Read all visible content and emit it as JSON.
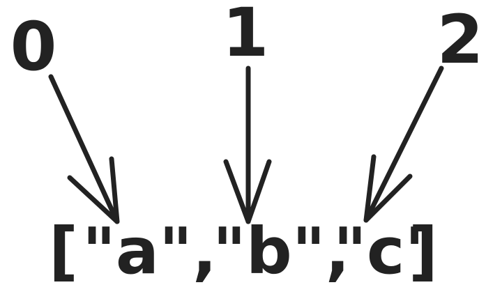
{
  "indices": [
    "0",
    "1",
    "2"
  ],
  "array_text": {
    "open_bracket": "[",
    "items": [
      "\"a\",",
      "\"b\",",
      "\"c\""
    ],
    "close_bracket": "]"
  },
  "colors": {
    "ink": "#222222",
    "background": "#ffffff"
  }
}
